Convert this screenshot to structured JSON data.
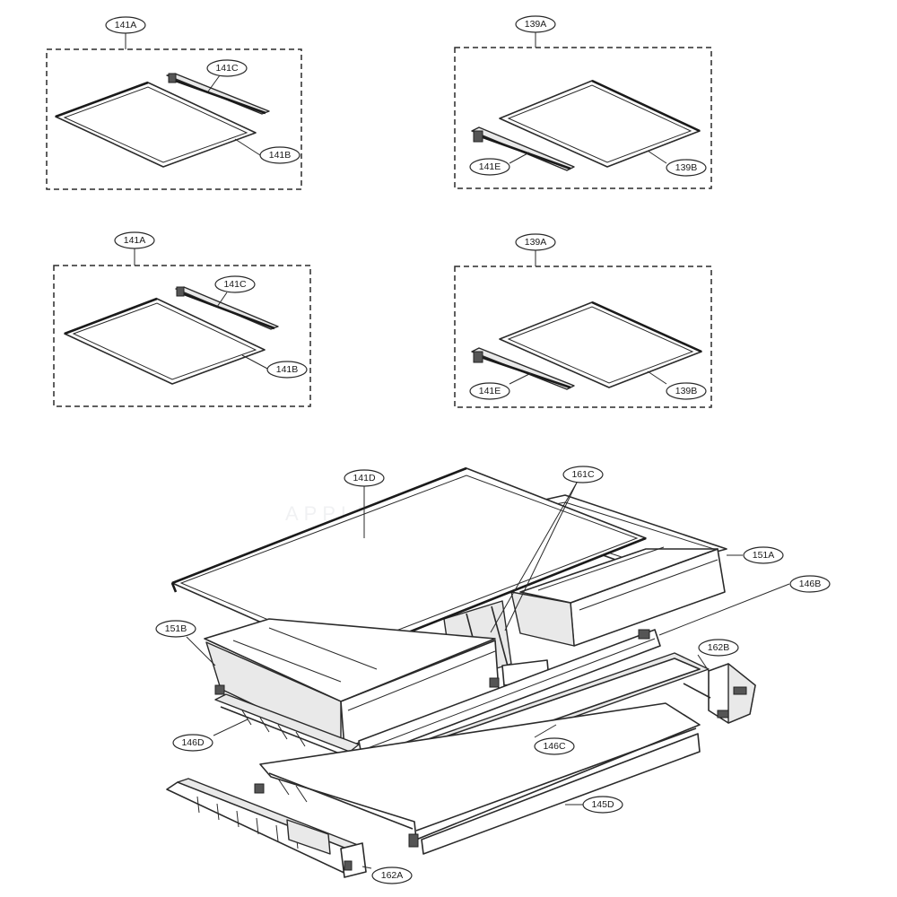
{
  "watermark": "APPLIANCE VENTURES",
  "callouts": {
    "g1_141A": "141A",
    "g1_141C": "141C",
    "g1_141B": "141B",
    "g2_139A": "139A",
    "g2_141E": "141E",
    "g2_139B": "139B",
    "g3_141A": "141A",
    "g3_141C": "141C",
    "g3_141B": "141B",
    "g4_139A": "139A",
    "g4_141E": "141E",
    "g4_139B": "139B",
    "m_141D": "141D",
    "m_161C": "161C",
    "m_151A": "151A",
    "m_146B": "146B",
    "m_151B": "151B",
    "m_162B": "162B",
    "m_146D": "146D",
    "m_146C": "146C",
    "m_145D": "145D",
    "m_162A": "162A"
  }
}
